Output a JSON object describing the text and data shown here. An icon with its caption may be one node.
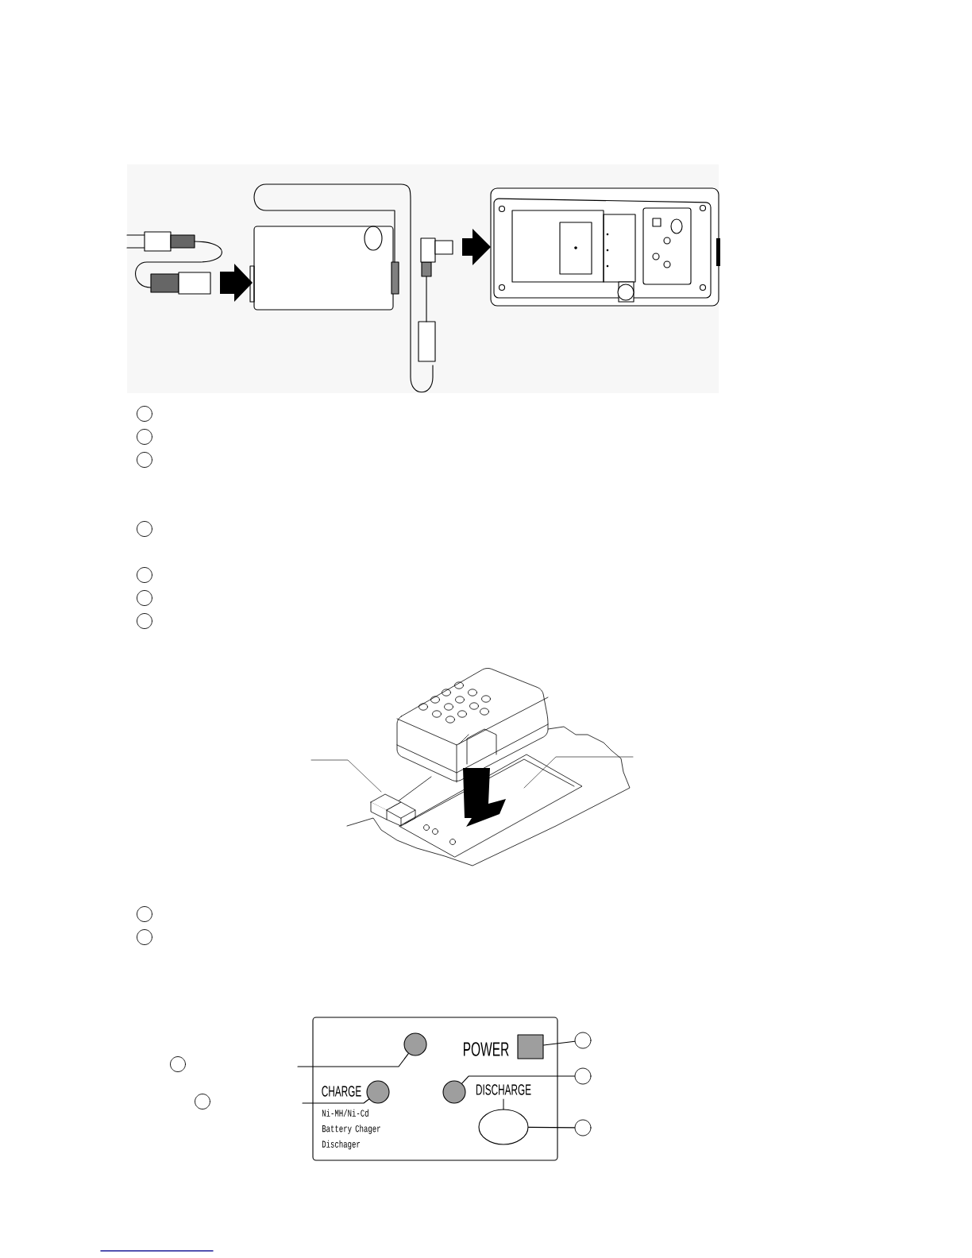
{
  "diagram": {
    "nodes": [
      {
        "text": [
          "POWER",
          "CHARGE",
          "DISCHARGE",
          "Ni-MH/Ni-Cd Battery Chager Dischager"
        ]
      },
      {
        "text": [],
        "shape": "circle",
        "in": 0
      },
      {
        "text": [],
        "shape": "box",
        "in": 0
      },
      {
        "text": [],
        "shape": "circle",
        "in": 0
      },
      {
        "text": [],
        "shape": "circle",
        "in": 0
      },
      {
        "text": [],
        "shape": "oval",
        "in": 0
      },
      {
        "text": [],
        "shape": "circle"
      },
      {
        "text": [],
        "shape": "circle"
      },
      {
        "text": [],
        "shape": "circle"
      }
    ],
    "edges": [
      {
        "from": null,
        "to": 1,
        "arrow": "none"
      },
      {
        "from": null,
        "to": 3,
        "arrow": "none"
      },
      {
        "from": 6,
        "to": 2,
        "arrow": "none"
      },
      {
        "from": 7,
        "to": 4,
        "arrow": "none"
      },
      {
        "from": 8,
        "to": 5,
        "arrow": "none"
      }
    ]
  }
}
